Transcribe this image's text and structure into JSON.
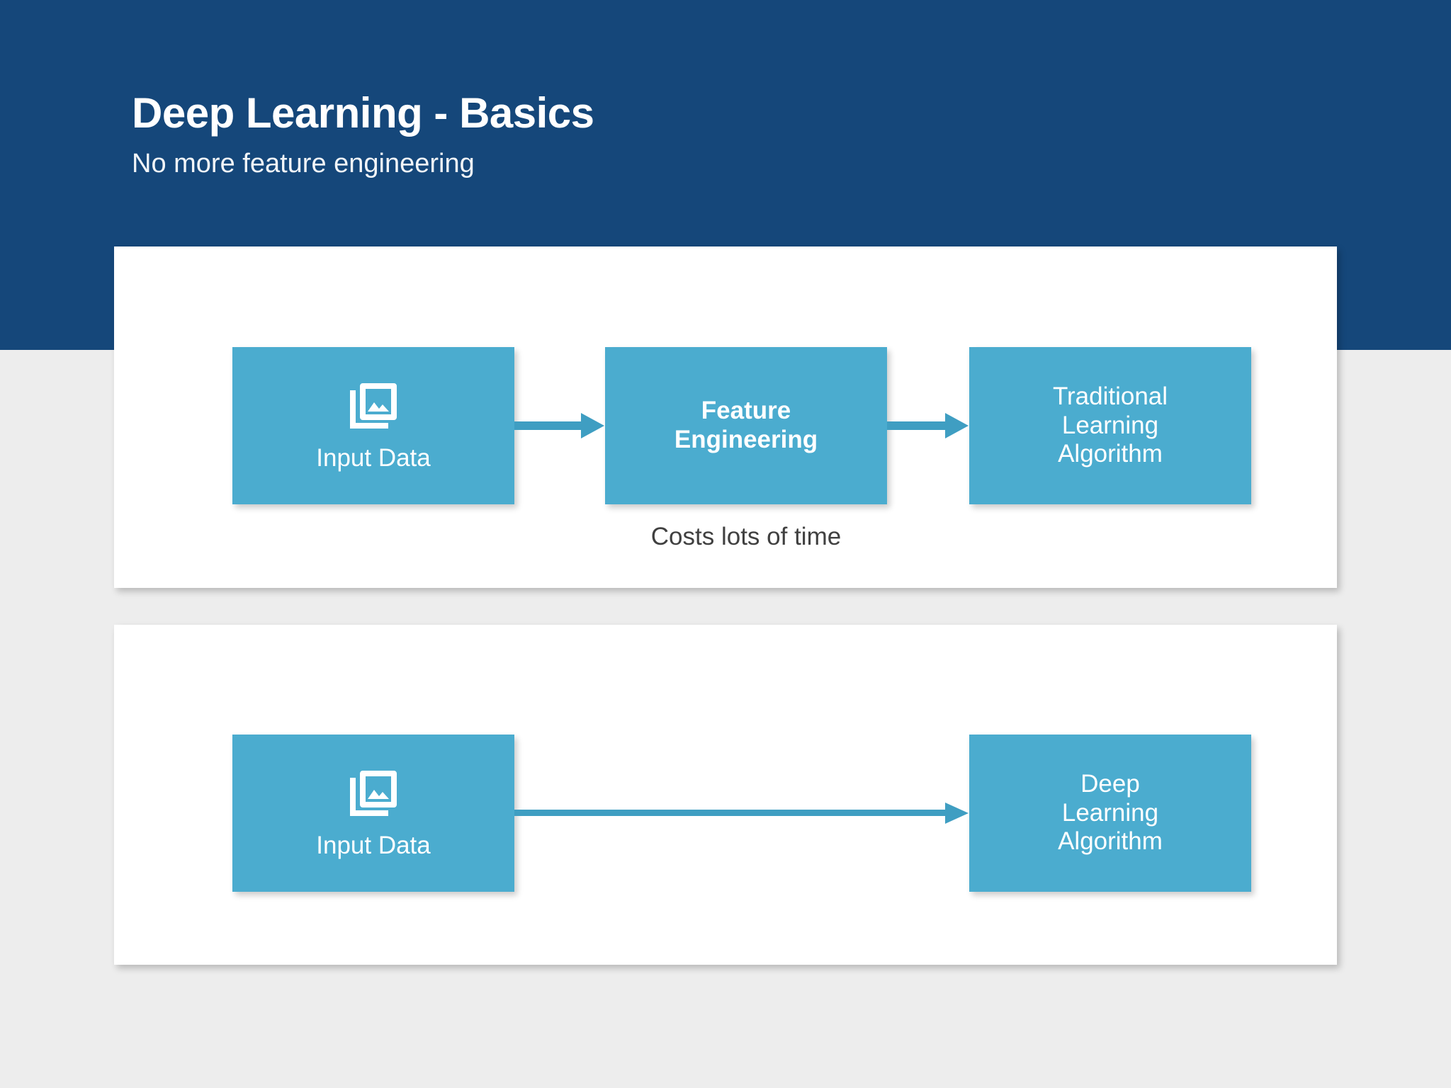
{
  "header": {
    "title": "Deep Learning - Basics",
    "subtitle": "No more feature engineering",
    "background_color": "#15477A",
    "text_color": "#FFFFFF"
  },
  "theme": {
    "page_background": "#EDEDED",
    "card_background": "#FFFFFF",
    "box_color": "#4BACCF",
    "arrow_color": "#3F9EC2",
    "caption_color": "#404040"
  },
  "panels": [
    {
      "name": "traditional-pipeline",
      "boxes": [
        {
          "id": "input-data-1",
          "label": "Input Data",
          "icon": "photo-library-icon",
          "weight": "normal"
        },
        {
          "id": "feature-engineering",
          "label": "Feature\nEngineering",
          "icon": null,
          "weight": "bold"
        },
        {
          "id": "traditional-learning-algorithm",
          "label": "Traditional\nLearning\nAlgorithm",
          "icon": null,
          "weight": "normal"
        }
      ],
      "arrows": [
        {
          "id": "arrow-input-to-feature",
          "from": "input-data-1",
          "to": "feature-engineering"
        },
        {
          "id": "arrow-feature-to-traditional",
          "from": "feature-engineering",
          "to": "traditional-learning-algorithm"
        }
      ],
      "caption": "Costs lots of time"
    },
    {
      "name": "deep-learning-pipeline",
      "boxes": [
        {
          "id": "input-data-2",
          "label": "Input Data",
          "icon": "photo-library-icon",
          "weight": "normal"
        },
        {
          "id": "deep-learning-algorithm",
          "label": "Deep\nLearning\nAlgorithm",
          "icon": null,
          "weight": "normal"
        }
      ],
      "arrows": [
        {
          "id": "arrow-input-to-deep",
          "from": "input-data-2",
          "to": "deep-learning-algorithm"
        }
      ],
      "caption": ""
    }
  ]
}
